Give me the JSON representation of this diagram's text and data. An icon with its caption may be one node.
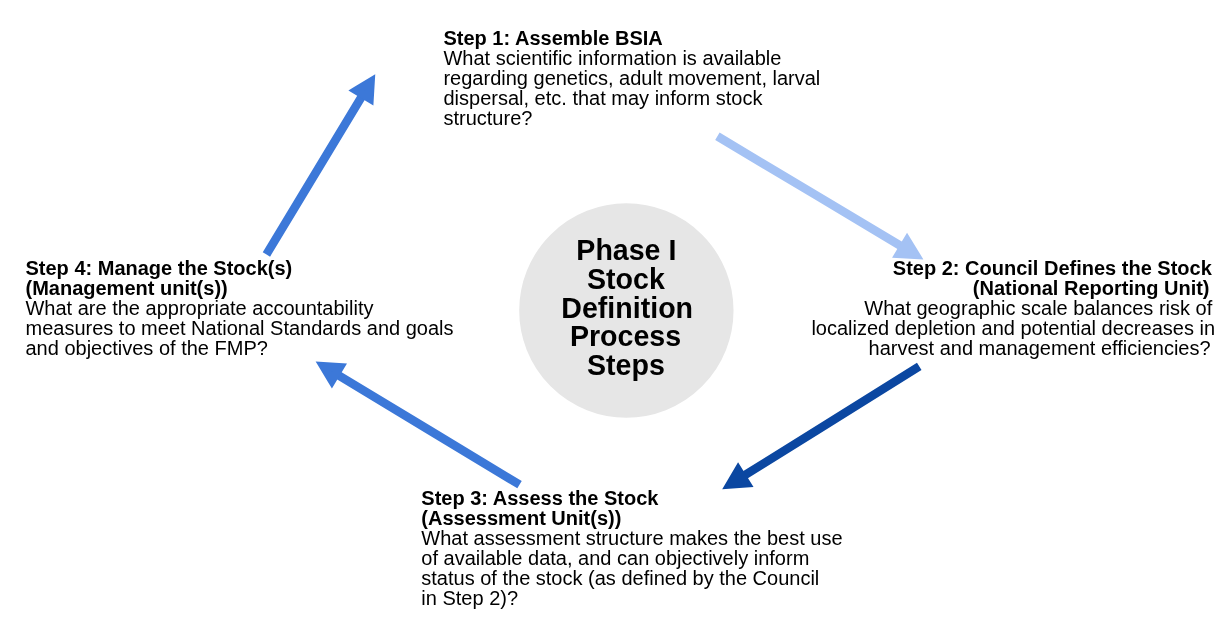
{
  "diagram": {
    "nodes": [
      {
        "text": [
          "Phase I Stock Definition Process Steps"
        ]
      },
      {
        "text": [
          "Step 1: Assemble BSIA",
          "What scientific information is available regarding genetics, adult movement, larval dispersal, etc. that may inform stock structure?"
        ]
      },
      {
        "text": [
          "Step 2: Council Defines the Stock (National Reporting Unit)",
          "What geographic scale balances risk of localized depletion and potential decreases in harvest and management efficiencies?"
        ]
      },
      {
        "text": [
          "Step 3: Assess the Stock (Assessment Unit(s))",
          "What assessment structure makes the best use of available data, and can objectively inform status of the stock (as defined by the Council in Step 2)?"
        ]
      },
      {
        "text": [
          "Step 4: Manage the Stock(s) (Management unit(s))",
          "What are the appropriate accountability measures to meet National Standards and goals and objectives of the FMP?"
        ]
      }
    ],
    "edges": [
      {
        "from": 1,
        "to": 2,
        "arrow": "to",
        "color": "#a4c2f4"
      },
      {
        "from": 2,
        "to": 3,
        "arrow": "to",
        "color": "#0b47a1"
      },
      {
        "from": 3,
        "to": 4,
        "arrow": "to",
        "color": "#3c78d8"
      },
      {
        "from": 4,
        "to": null,
        "arrow": "to",
        "color": "#3c78d8"
      }
    ]
  }
}
